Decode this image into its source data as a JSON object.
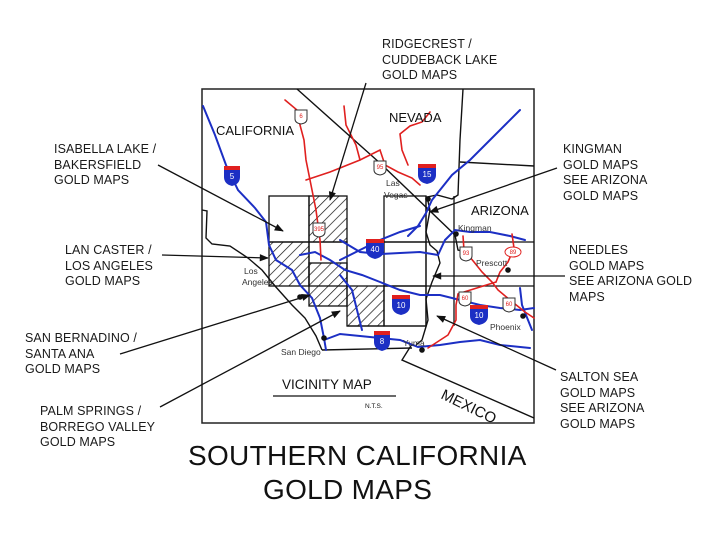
{
  "title": {
    "line1": "SOUTHERN CALIFORNIA",
    "line2": "GOLD MAPS"
  },
  "map": {
    "legend_title": "VICINITY MAP",
    "legend_scale": "N.T.S.",
    "states": [
      "CALIFORNIA",
      "NEVADA",
      "ARIZONA",
      "MEXICO"
    ],
    "cities": [
      "Las Vegas",
      "Los Angeles",
      "San Diego",
      "Yuma",
      "Kingman",
      "Prescott",
      "Phoenix"
    ],
    "interstates": [
      "5",
      "15",
      "40",
      "10",
      "10",
      "8"
    ],
    "us_routes": [
      "6",
      "95",
      "395",
      "93",
      "89",
      "60",
      "60"
    ],
    "colors": {
      "interstate": "#1c2fc4",
      "us_route": "#e0201f",
      "border": "#111111",
      "shield_top": "#e0201f",
      "shield_body": "#1c2fc4"
    }
  },
  "callouts": [
    {
      "id": "ridgecrest",
      "lines": [
        "RIDGECREST /",
        "CUDDEBACK LAKE",
        "GOLD MAPS"
      ]
    },
    {
      "id": "isabella",
      "lines": [
        "ISABELLA LAKE /",
        "BAKERSFIELD",
        "GOLD MAPS"
      ]
    },
    {
      "id": "lancaster",
      "lines": [
        "LAN CASTER /",
        "LOS ANGELES",
        "GOLD MAPS"
      ]
    },
    {
      "id": "san-bernadino",
      "lines": [
        "SAN BERNADINO /",
        "SANTA ANA",
        "GOLD MAPS"
      ]
    },
    {
      "id": "palm-springs",
      "lines": [
        "PALM SPRINGS /",
        "BORREGO VALLEY",
        "GOLD MAPS"
      ]
    },
    {
      "id": "kingman",
      "lines": [
        "KINGMAN",
        "GOLD MAPS",
        "SEE ARIZONA",
        "GOLD MAPS"
      ]
    },
    {
      "id": "needles",
      "lines": [
        "NEEDLES",
        "GOLD MAPS",
        "SEE ARIZONA GOLD",
        "MAPS"
      ]
    },
    {
      "id": "salton-sea",
      "lines": [
        "SALTON SEA",
        "GOLD MAPS",
        "SEE ARIZONA",
        "GOLD MAPS"
      ]
    }
  ]
}
